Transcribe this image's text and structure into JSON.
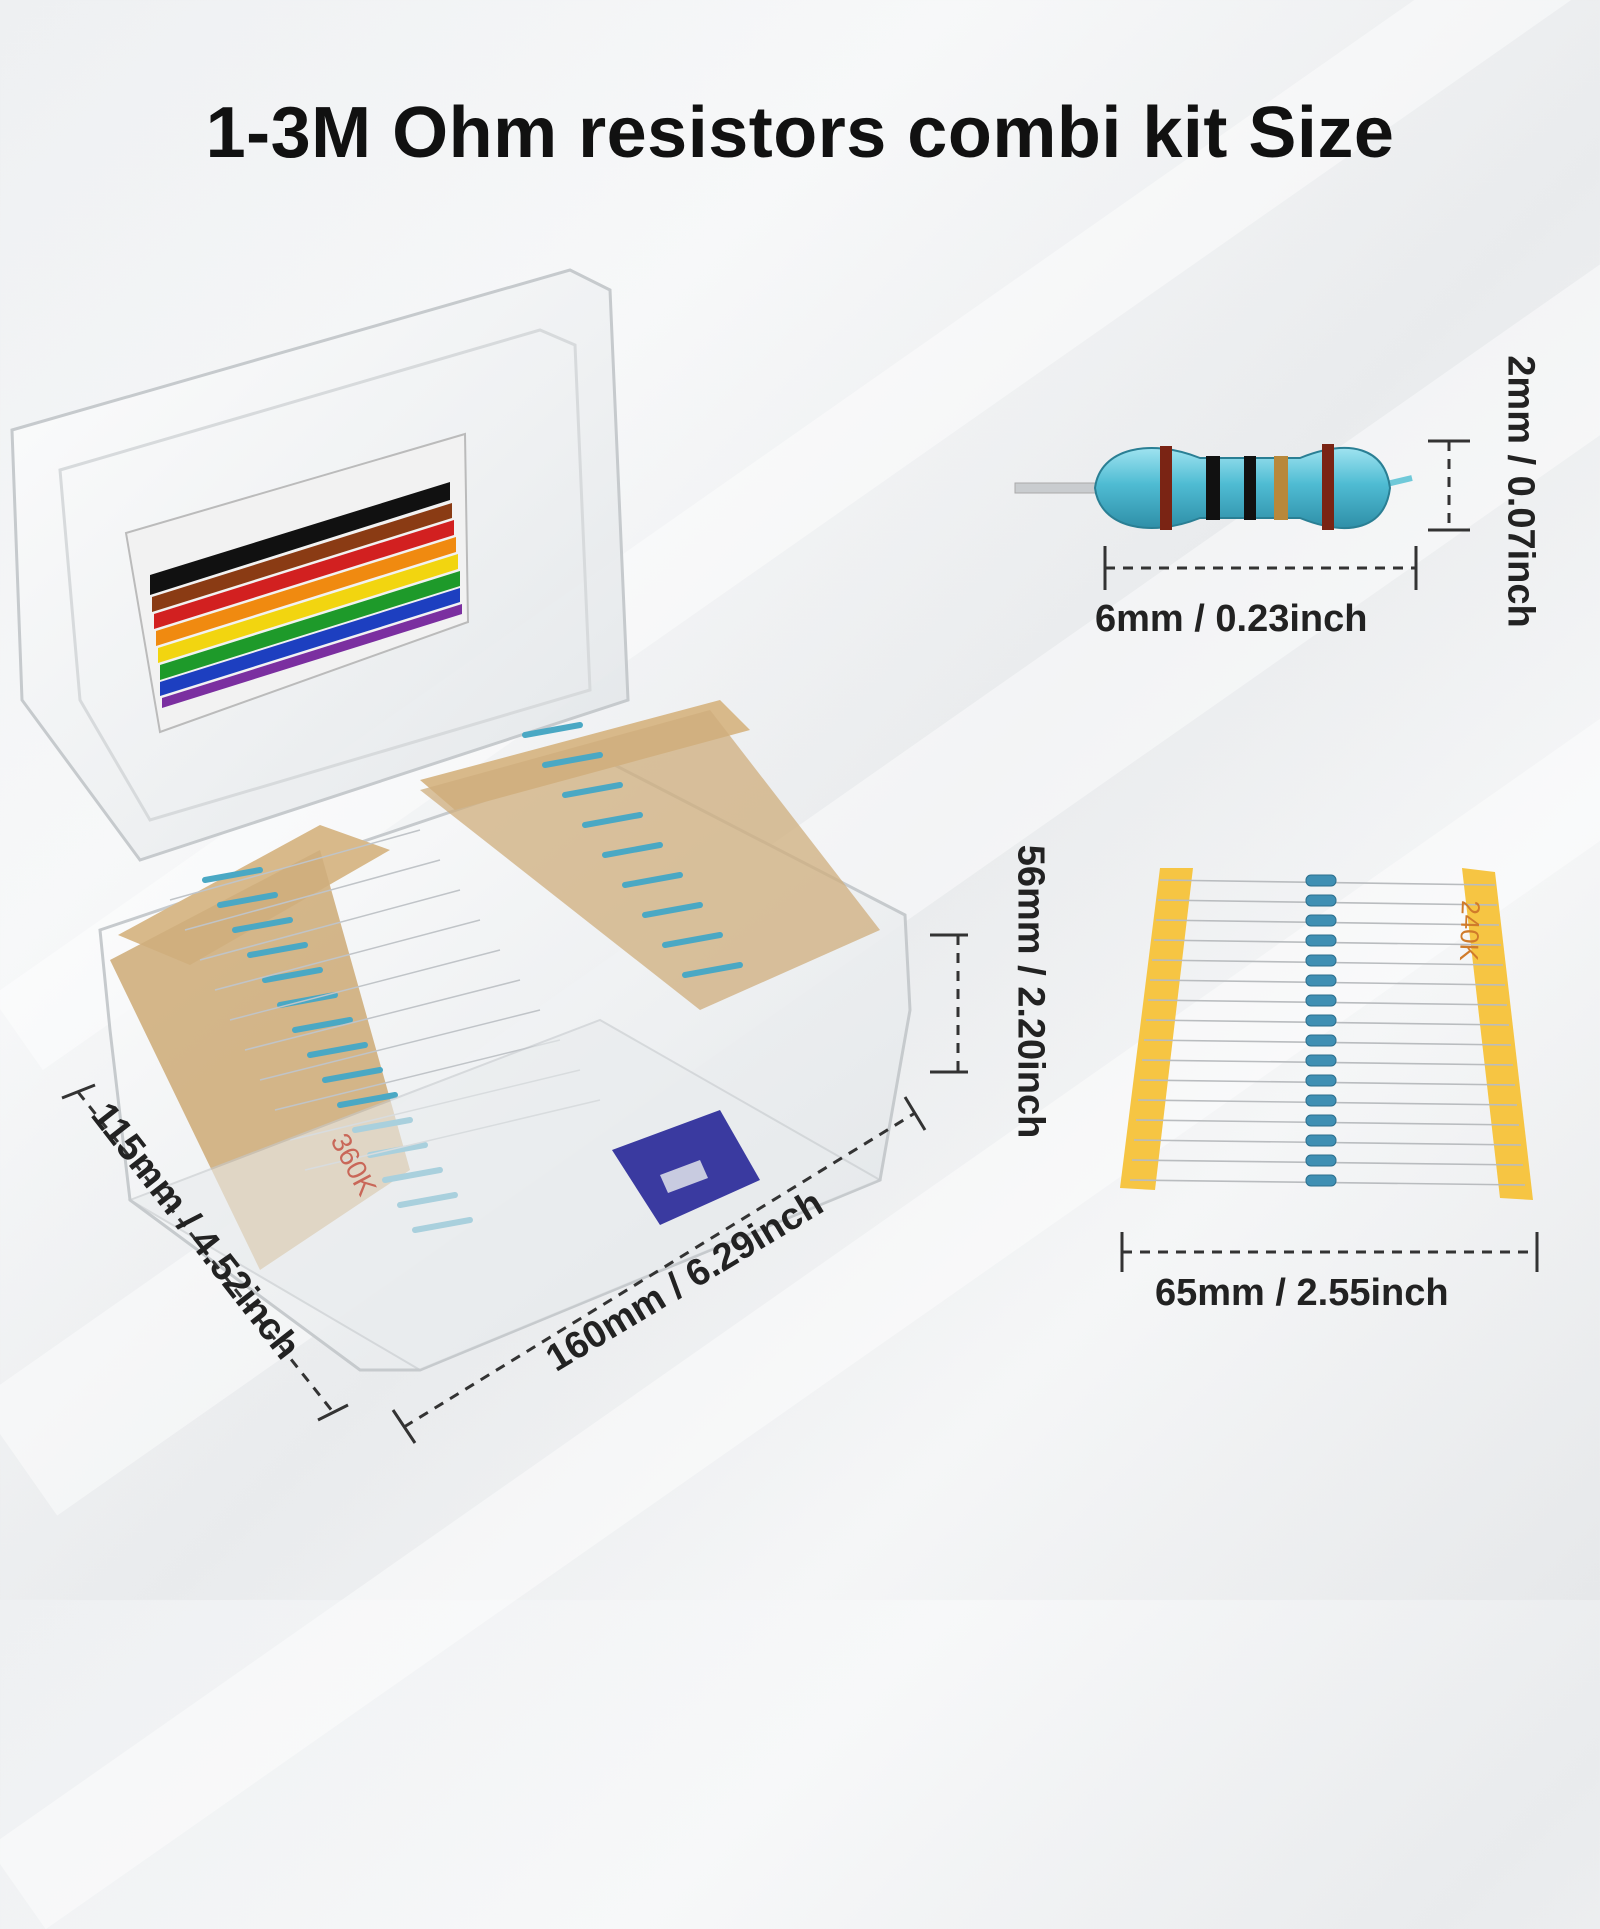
{
  "title": "1-3M Ohm resistors combi kit Size",
  "dimensions": {
    "resistor_length": "6mm / 0.23inch",
    "resistor_diameter": "2mm / 0.07inch",
    "box_height": "56mm / 2.20inch",
    "box_length": "160mm / 6.29inch",
    "box_width": "115mm / 4.52inch",
    "strip_length": "65mm / 2.55inch"
  },
  "labels": {
    "strip_value": "240K",
    "box_strip_value": "360K"
  },
  "colors": {
    "resistor_body": "#5fc4d8",
    "tape_yellow": "#f6c543",
    "tape_kraft": "#d8b98a",
    "clip_blue": "#3a3aa0"
  }
}
